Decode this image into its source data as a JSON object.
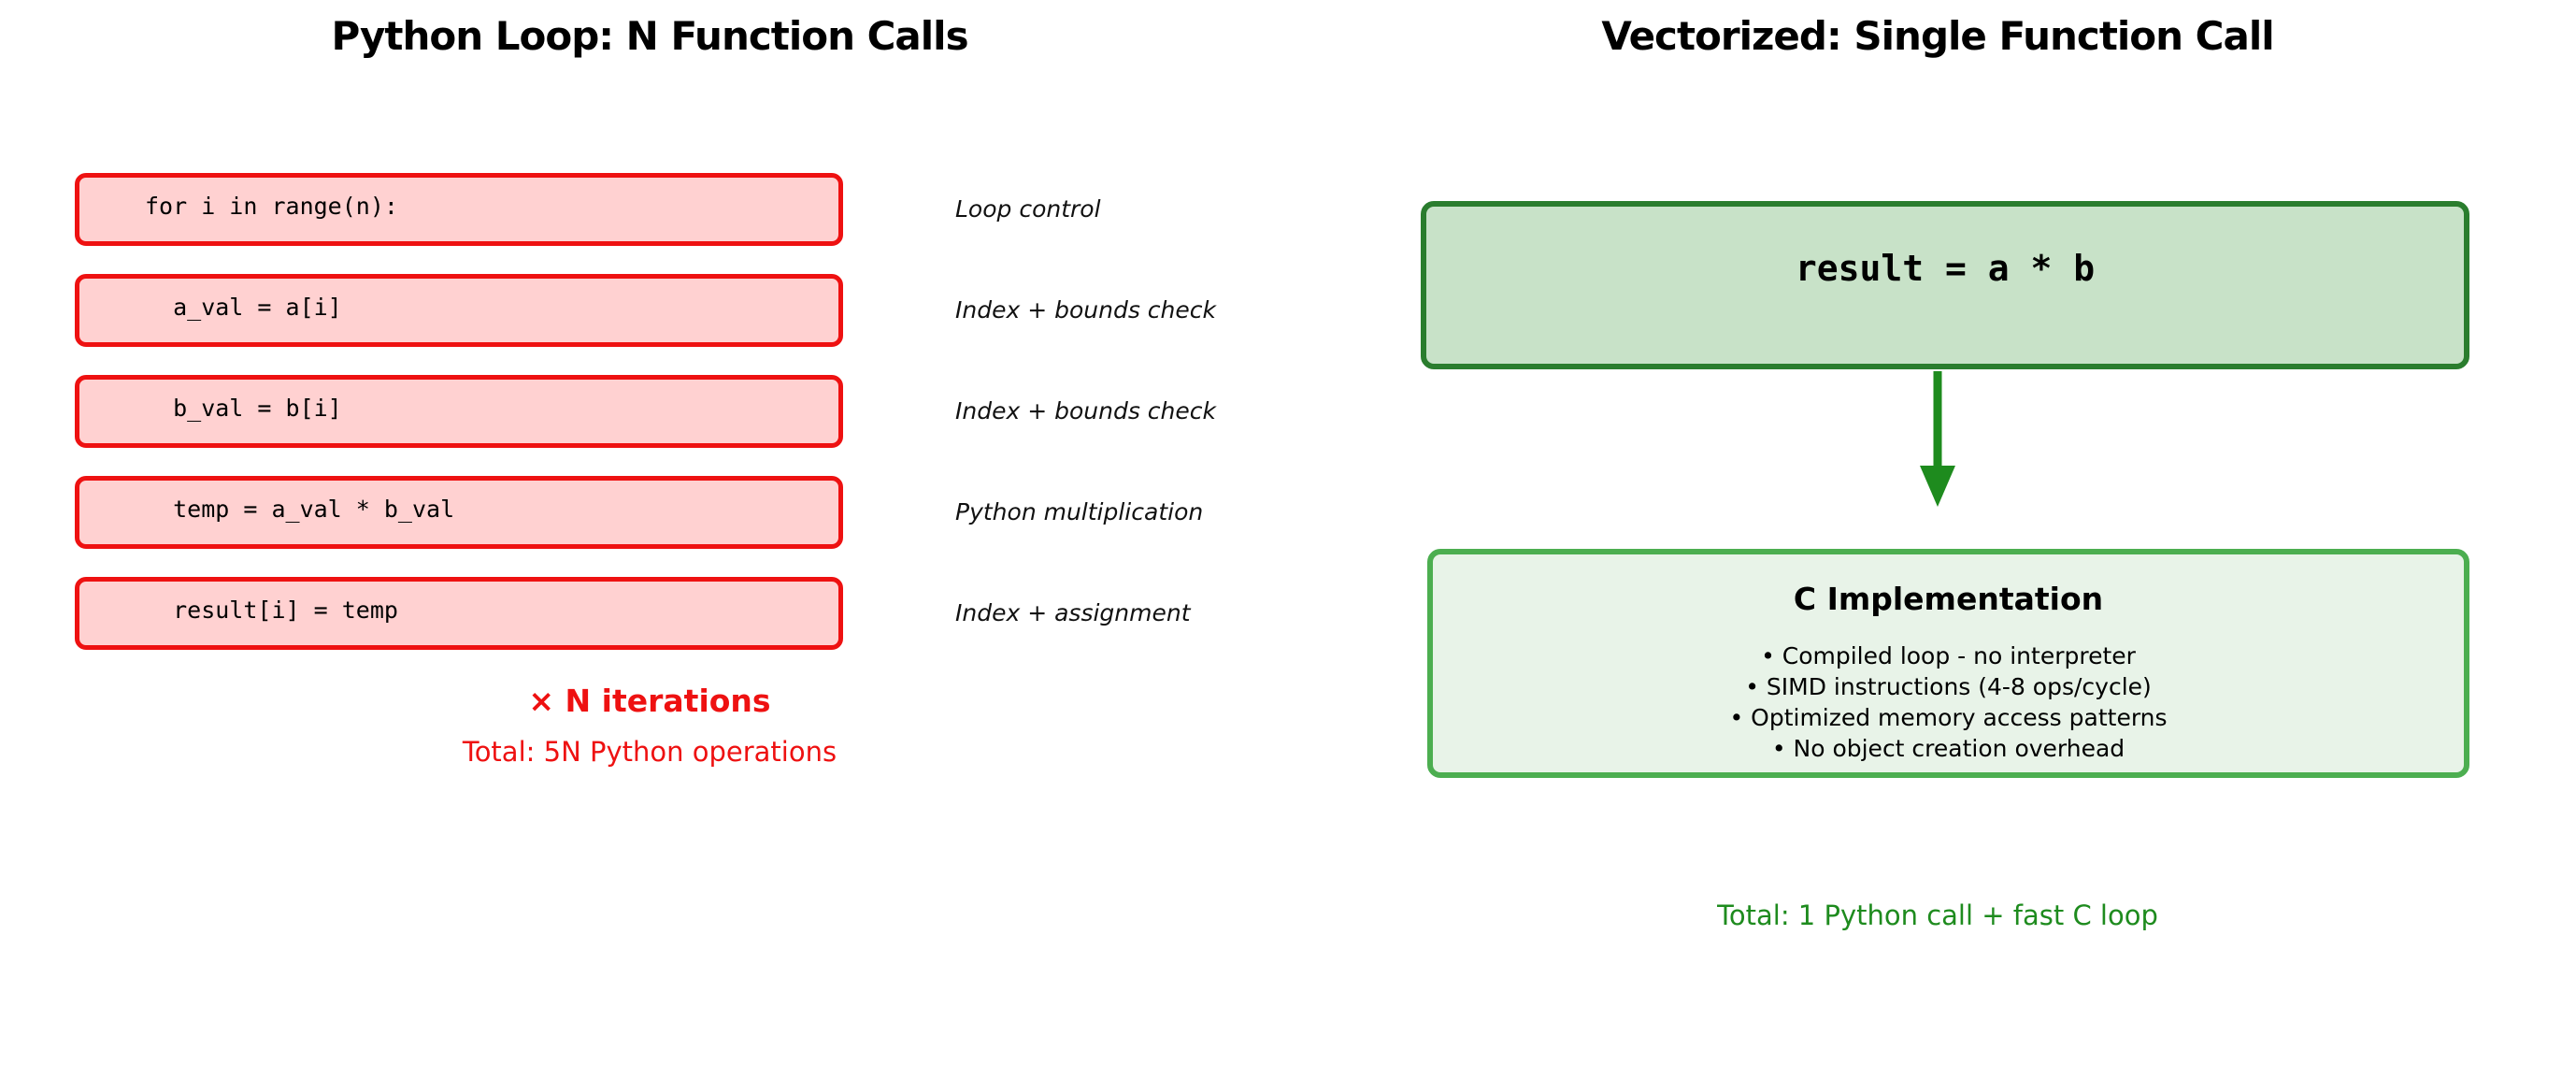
{
  "left_panel": {
    "title": "Python Loop: N Function Calls",
    "steps": [
      {
        "code": "for i in range(n):",
        "label": "Loop control"
      },
      {
        "code": "  a_val = a[i]",
        "label": "Index + bounds check"
      },
      {
        "code": "  b_val = b[i]",
        "label": "Index + bounds check"
      },
      {
        "code": "  temp = a_val * b_val",
        "label": "Python multiplication"
      },
      {
        "code": "  result[i] = temp",
        "label": "Index + assignment"
      }
    ],
    "iterations_note": "× N iterations",
    "total_note": "Total: 5N Python operations"
  },
  "right_panel": {
    "title": "Vectorized: Single Function Call",
    "vectorized_code": "result = a * b",
    "implementation": {
      "title": "C Implementation",
      "bullets": [
        "• Compiled loop - no interpreter",
        "• SIMD instructions (4-8 ops/cycle)",
        "• Optimized memory access patterns",
        "• No object creation overhead"
      ]
    },
    "total_note": "Total: 1 Python call + fast C loop"
  },
  "colors": {
    "step_box_border": "#ee1111",
    "step_box_fill": "#ffd1d1",
    "red_text": "#ee1111",
    "vectorized_box_border": "#2a7d2e",
    "vectorized_box_fill": "#c8e2c8",
    "implementation_box_border": "#4cae50",
    "implementation_box_fill": "#e8f3e8",
    "arrow_green": "#1e8b1e",
    "green_text": "#1e8b1e"
  },
  "icons": {
    "down_arrow": "arrow-down-icon"
  }
}
